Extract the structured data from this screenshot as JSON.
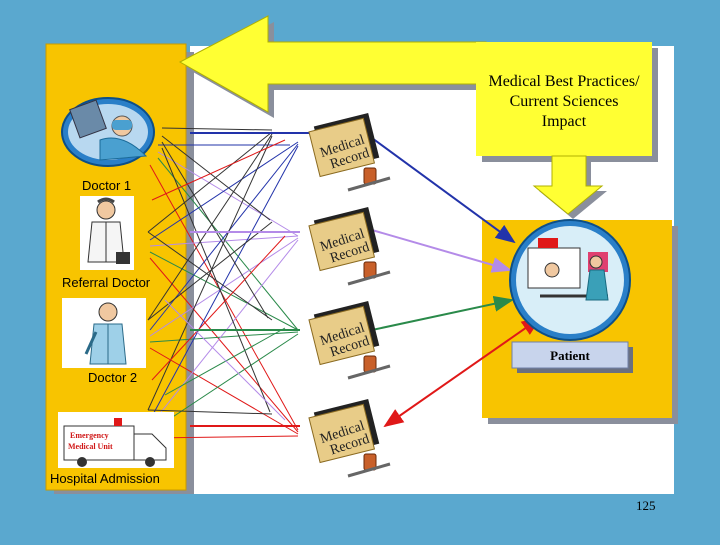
{
  "slide": {
    "left_labels": {
      "doctor1": "Doctor 1",
      "referral": "Referral Doctor",
      "doctor2": "Doctor 2",
      "hospital": "Hospital Admission"
    },
    "callout": {
      "line1": "Medical Best Practices/",
      "line2": "Current Sciences",
      "line3": "Impact"
    },
    "patient_label": "Patient",
    "record_label_line1": "Medical",
    "record_label_line2": "Record",
    "ambulance_text_line1": "Emergency",
    "ambulance_text_line2": "Medical Unit",
    "page_number": "125"
  },
  "colors": {
    "background": "#5aa8cf",
    "panel_yellow": "#f8c400",
    "panel_shadow": "#8a8f9c",
    "callout_yellow": "#ffff33",
    "arrow_blue": "#2233aa",
    "arrow_lavender": "#b48be8",
    "arrow_green": "#2a8a4a",
    "arrow_red": "#e01818"
  }
}
